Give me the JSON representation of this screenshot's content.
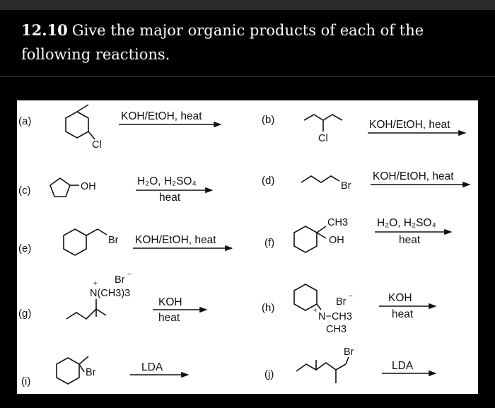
{
  "question": {
    "number": "12.10",
    "text": "Give the major organic products of each of the following reactions."
  },
  "labels": {
    "a": "(a)",
    "b": "(b)",
    "c": "(c)",
    "d": "(d)",
    "e": "(e)",
    "f": "(f)",
    "g": "(g)",
    "h": "(h)",
    "i": "(i)",
    "j": "(j)"
  },
  "reagents": {
    "a": "KOH/EtOH, heat",
    "b": "KOH/EtOH, heat",
    "c_top": "H₂O, H₂SO₄",
    "c_bottom": "heat",
    "d": "KOH/EtOH, heat",
    "e": "KOH/EtOH, heat",
    "f_top": "H₂O, H₂SO₄",
    "f_bottom": "heat",
    "g_top": "KOH",
    "g_bottom": "heat",
    "h_top": "KOH",
    "h_bottom": "heat",
    "i": "LDA",
    "j": "LDA"
  },
  "atoms": {
    "a_cl": "Cl",
    "b_cl": "Cl",
    "c_oh": "OH",
    "d_br": "Br",
    "e_br": "Br",
    "f_ch3": "CH3",
    "f_oh": "OH",
    "g_br": "Br",
    "g_minus": "−",
    "g_plus": "+",
    "g_n": "N(CH3)3",
    "h_br": "Br",
    "h_minus": "−",
    "h_plus": "+",
    "h_n": "N−CH3",
    "h_ch3": "CH3",
    "i_br": "Br",
    "j_br": "Br"
  }
}
